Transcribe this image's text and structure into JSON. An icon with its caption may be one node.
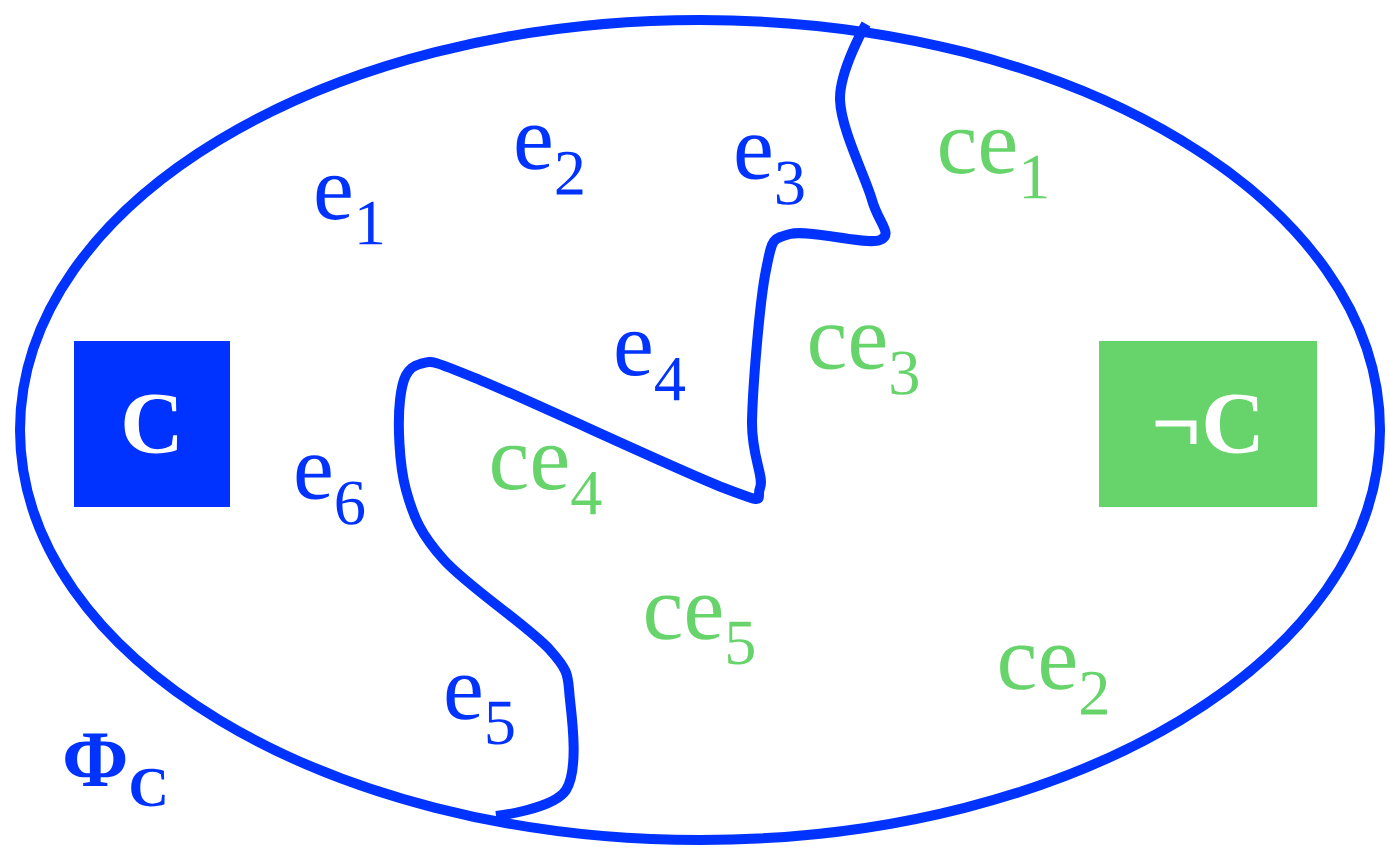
{
  "diagram": {
    "nodes": [
      {
        "text": [],
        "shape": "ellipse",
        "beside": [
          "Φ$_{C}$"
        ]
      },
      {
        "text": [
          "C"
        ],
        "in": 0
      },
      {
        "text": [
          "¬C"
        ],
        "in": 0
      }
    ],
    "labels": [
      "e$_{1}$",
      "e$_{2}$",
      "e$_{3}$",
      "ce$_{1}$",
      "e$_{4}$",
      "ce$_{3}$",
      "e$_{6}$",
      "ce$_{4}$",
      "ce$_{5}$",
      "ce$_{2}$",
      "e$_{5}$"
    ]
  }
}
